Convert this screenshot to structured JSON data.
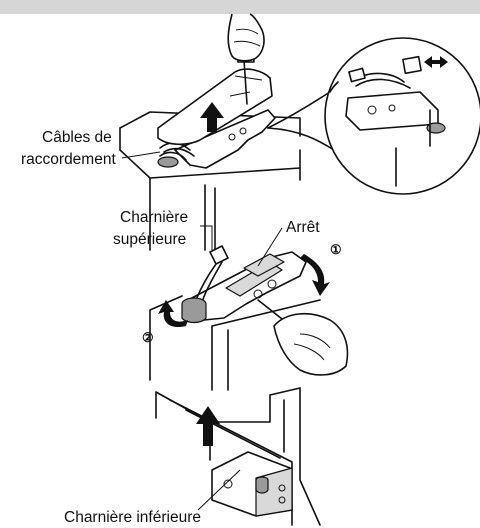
{
  "labels": {
    "cables_line1": "Câbles de",
    "cables_line2": "raccordement",
    "upper_hinge_line1": "Charnière",
    "upper_hinge_line2": "supérieure",
    "stop": "Arrêt",
    "lower_hinge": "Charnière inférieure"
  },
  "steps": {
    "step1": "①",
    "step2": "②"
  },
  "colors": {
    "ink": "#111111",
    "shade_light": "#d9d9d9",
    "shade_dark": "#9a9a9a",
    "background": "#ffffff"
  },
  "icons": {
    "arrow_up": "arrow-up-icon",
    "arrow_double": "double-arrow-icon",
    "rotate_cw": "rotate-clockwise-arrow-icon",
    "rotate_ccw": "rotate-counterclockwise-arrow-icon",
    "screwdriver": "screwdriver-icon"
  }
}
